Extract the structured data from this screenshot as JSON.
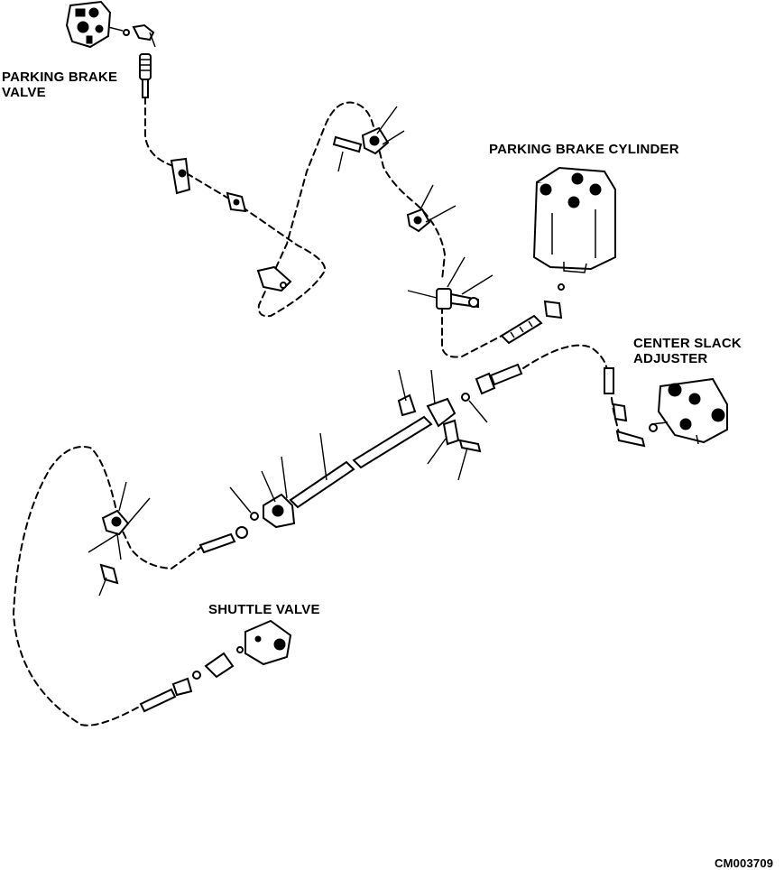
{
  "labels": {
    "parking_brake_valve": "PARKING BRAKE\nVALVE",
    "parking_brake_cylinder": "PARKING BRAKE CYLINDER",
    "center_slack_adjuster": "CENTER SLACK\nADJUSTER",
    "shuttle_valve": "SHUTTLE VALVE",
    "drawing_number": "CM003709"
  },
  "colors": {
    "line": "#000000",
    "background": "#ffffff"
  }
}
